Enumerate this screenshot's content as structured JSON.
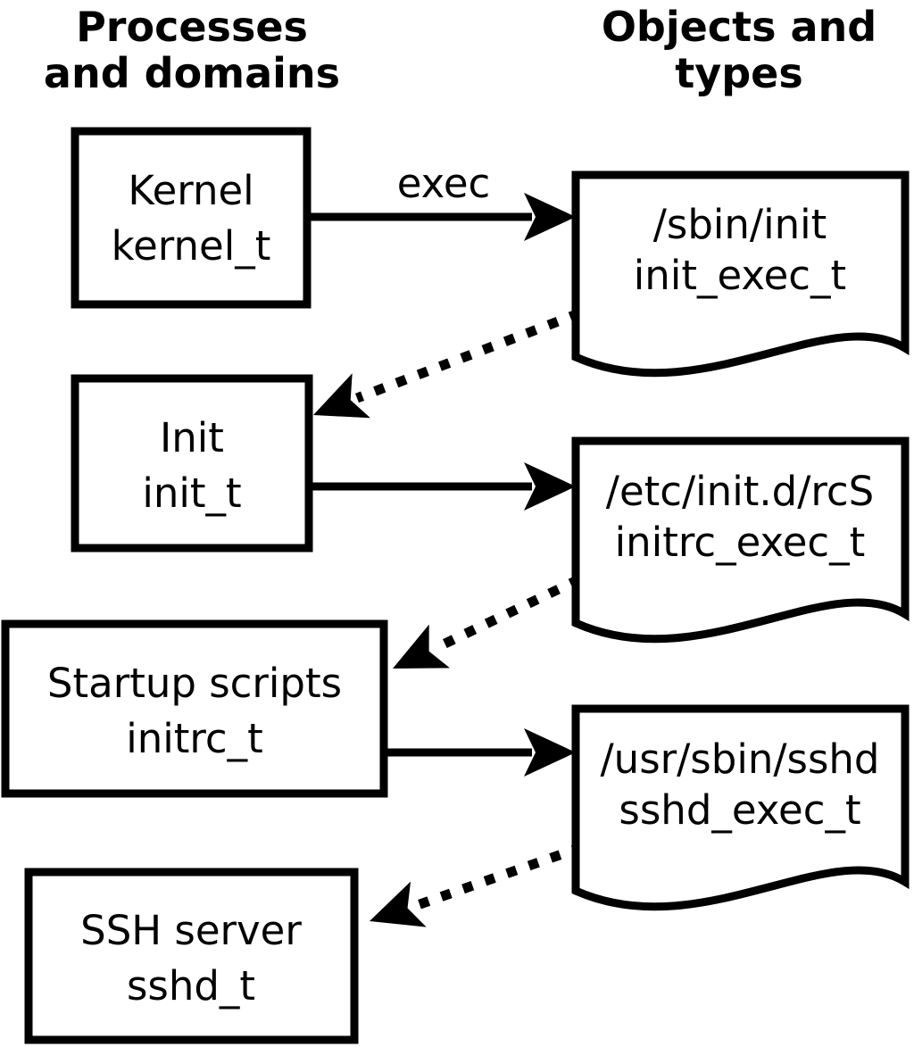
{
  "diagram": {
    "title_implicit": "SELinux domain transitions at boot",
    "column_headers": {
      "left": {
        "line1": "Processes",
        "line2": "and domains"
      },
      "right": {
        "line1": "Objects and",
        "line2": "types"
      }
    },
    "processes": [
      {
        "name": "Kernel",
        "type": "kernel_t"
      },
      {
        "name": "Init",
        "type": "init_t"
      },
      {
        "name": "Startup scripts",
        "type": "initrc_t"
      },
      {
        "name": "SSH server",
        "type": "sshd_t"
      }
    ],
    "objects": [
      {
        "path": "/sbin/init",
        "type": "init_exec_t"
      },
      {
        "path": "/etc/init.d/rcS",
        "type": "initrc_exec_t"
      },
      {
        "path": "/usr/sbin/sshd",
        "type": "sshd_exec_t"
      }
    ],
    "arrows": {
      "solid": [
        {
          "from": "Kernel",
          "to": "/sbin/init",
          "label": "exec"
        },
        {
          "from": "Init",
          "to": "/etc/init.d/rcS",
          "label": ""
        },
        {
          "from": "Startup scripts",
          "to": "/usr/sbin/sshd",
          "label": ""
        }
      ],
      "dotted": [
        {
          "from": "/sbin/init",
          "to": "Init"
        },
        {
          "from": "/etc/init.d/rcS",
          "to": "Startup scripts"
        },
        {
          "from": "/usr/sbin/sshd",
          "to": "SSH server"
        }
      ]
    },
    "colors": {
      "stroke": "#000000",
      "fill": "#ffffff",
      "background": "#ffffff"
    }
  }
}
